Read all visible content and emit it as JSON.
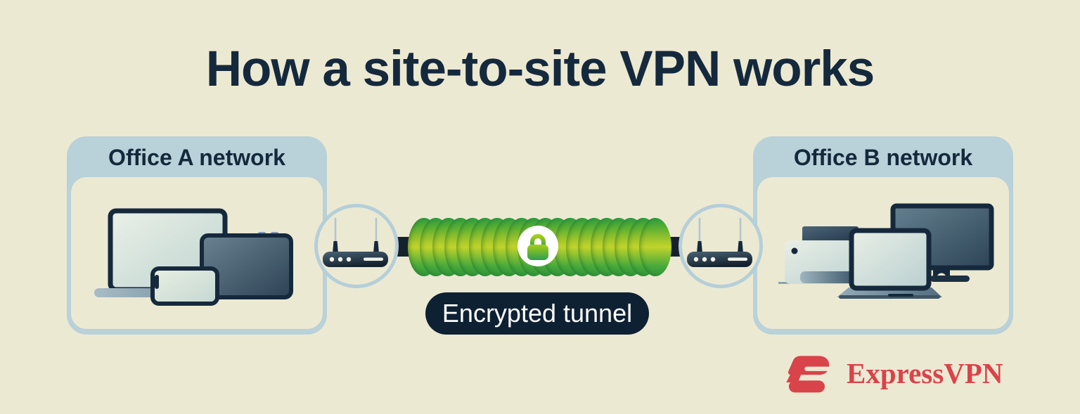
{
  "title": "How a site-to-site VPN works",
  "offices": {
    "a": {
      "label": "Office A network",
      "devices": [
        "laptop",
        "tablet",
        "smartphone"
      ]
    },
    "b": {
      "label": "Office B network",
      "devices": [
        "printer",
        "laptop",
        "desktop-monitor"
      ]
    }
  },
  "tunnel": {
    "label": "Encrypted tunnel",
    "segments": 20,
    "lock_icon": "lock-icon"
  },
  "routers": {
    "left_icon": "wireless-router-icon",
    "right_icon": "wireless-router-icon"
  },
  "brand": {
    "name": "ExpressVPN",
    "logo_icon": "expressvpn-logo-icon"
  },
  "colors": {
    "background": "#ece9d3",
    "panel_blue": "#b9d1d8",
    "outline_blue": "#b5cfd8",
    "navy": "#14293c",
    "pill_navy": "#0e2133",
    "tunnel_green_dark": "#2d9a3f",
    "tunnel_green_light": "#c0d42a",
    "lock_green_top": "#a5cd17",
    "lock_green_bottom": "#2f9e4f",
    "brand_red": "#d9434a"
  }
}
